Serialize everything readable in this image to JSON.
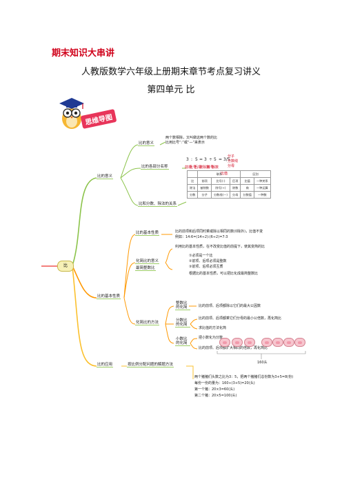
{
  "header": {
    "section_label": "期末知识大串讲",
    "title": "人教版数学六年级上册期末章节考点复习讲义",
    "unit": "第四单元  比"
  },
  "mindmap": {
    "badge": "思维导图",
    "root": "比",
    "branches": [
      {
        "label": "比的意义",
        "children": [
          {
            "label": "比的意义",
            "text": [
              "两个数相除，又叫做这两个数的比",
              "比用比号“:”或“—”来表示"
            ]
          },
          {
            "label": "比的各部分名称",
            "parts": [
              "3",
              ":",
              "5",
              "=",
              "3",
              "÷",
              "5",
              "=",
              "3/5"
            ],
            "names": [
              "前项",
              "比号",
              "后项",
              "被除数",
              "除号",
              "除数",
              "分子",
              "分数线",
              "分母",
              "比值"
            ]
          },
          {
            "label": "比和分数、除法的关系"
          }
        ]
      },
      {
        "label": "比的基本性质",
        "children": [
          {
            "label": "比的基本性质",
            "text": [
              "比的前项和后项同时乘或除以相同的数(0除外)，比值不变",
              "例如：14:6=(14÷2):(6÷2)=7:3"
            ]
          },
          {
            "label": "化简比的意义",
            "text": [
              "利用比的基本性质，在不改变比值的前提下，使其变简的比"
            ]
          },
          {
            "label": "最简整数比",
            "text": [
              "①必须是一个比",
              "②前项、后项必须是整数",
              "③前项、后项必须互质",
              "根据比的基本性质，可以把比化成最简整数比"
            ]
          },
          {
            "label": "化简比的方法",
            "children": [
              {
                "label": "整数比的化简",
                "text": [
                  "比的前项、后项都除以它们的最大公因数"
                ]
              },
              {
                "label": "分数比的化简",
                "text": [
                  "比的前项、后项都乘它们分母的最小公倍数，再化简比",
                  "求比值的方法化简"
                ]
              },
              {
                "label": "小数比的化简",
                "text": [
                  "把小数化为分数",
                  "比的前项、后项都扩大相同的倍数，再化简比"
                ]
              }
            ]
          }
        ]
      },
      {
        "label": "比的应用",
        "children": [
          {
            "label": "按比例分配问题的解题方法",
            "pig_caption": "160头",
            "text": [
              "两个猪猪们头数之比为3：5，把两个猪猪们总份数为3+5=8(份)",
              "每份一份的量为：160÷(3+5)=20(头)",
              "第一个猪：20×3=60(头)",
              "第二个猪：20×5=100(头)"
            ]
          }
        ]
      }
    ],
    "relation_table": {
      "header": [
        "",
        "联系",
        "",
        "",
        "区别"
      ],
      "rows": [
        [
          "比",
          "前项",
          "比号(:)",
          "后项",
          "比值",
          "一种关系"
        ],
        [
          "除法",
          "被除数",
          "除号(÷)",
          "除数",
          "商",
          "一种运算"
        ],
        [
          "分数",
          "分子",
          "分数线(—)",
          "分母",
          "分数值",
          "一种数"
        ]
      ]
    }
  }
}
